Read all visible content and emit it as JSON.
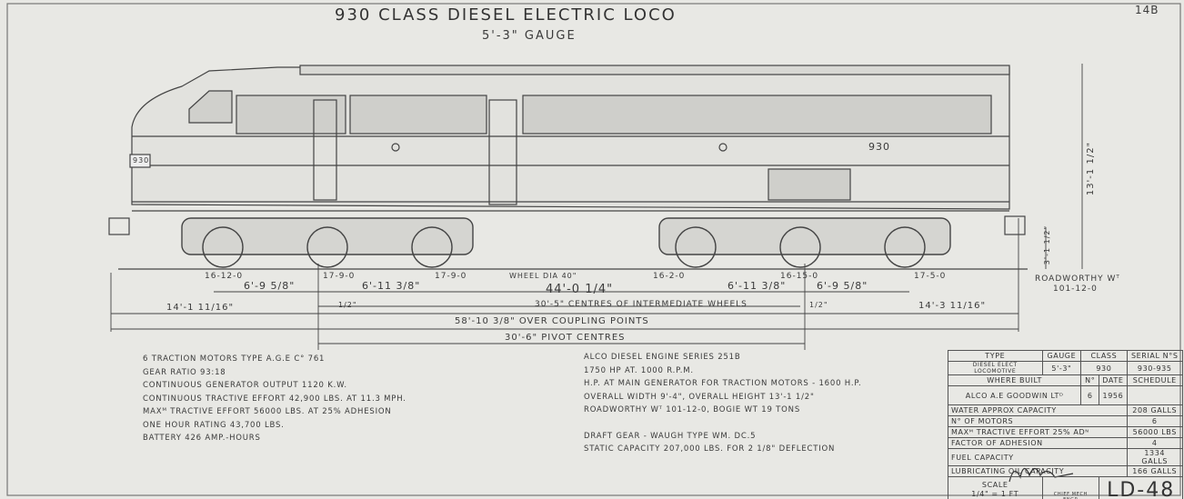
{
  "drawing": {
    "sheet_no": "14B",
    "title": "930 CLASS   DIESEL ELECTRIC   LOCO",
    "subtitle": "5'-3\" GAUGE",
    "cab_number": "930",
    "side_number": "930"
  },
  "dimensions": {
    "height": "13'-1 1/2\"",
    "buffer_height": "3'-1 1/2\"",
    "axle_loads": [
      "16-12-0",
      "17-9-0",
      "17-9-0",
      "16-2-0",
      "16-15-0",
      "17-5-0"
    ],
    "wheel_dia": "WHEEL DIA 40\"",
    "wheelbase_1": "6'-9 5/8\"",
    "wheelbase_2": "6'-11 3/8\"",
    "wheelbase_3": "6'-11 3/8\"",
    "wheelbase_4": "6'-9 5/8\"",
    "overall_wheelbase": "44'-0 1/4\"",
    "intermediate_centres": "30'-5\" CENTRES OF INTERMEDIATE WHEELS",
    "left_overhang": "14'-1 11/16\"",
    "right_overhang": "14'-3 11/16\"",
    "half_left": "1/2\"",
    "half_right": "1/2\"",
    "over_couplings": "58'-10 3/8\" OVER COUPLING POINTS",
    "pivot_centres": "30'-6\" PIVOT CENTRES",
    "roadworthy_label": "ROADWORTHY Wᵀ",
    "roadworthy_value": "101-12-0"
  },
  "specs_left": [
    "6 TRACTION MOTORS TYPE A.G.E C° 761",
    "GEAR RATIO 93:18",
    "CONTINUOUS GENERATOR OUTPUT 1120 K.W.",
    "CONTINUOUS TRACTIVE EFFORT 42,900 LBS. AT 11.3 MPH.",
    "MAXᴹ TRACTIVE EFFORT 56000 LBS. AT 25% ADHESION",
    "ONE HOUR RATING 43,700 LBS.",
    "BATTERY 426 AMP.-HOURS"
  ],
  "specs_mid": [
    "ALCO DIESEL ENGINE SERIES 251B",
    "1750 HP AT. 1000 R.P.M.",
    "H.P. AT MAIN GENERATOR FOR TRACTION MOTORS - 1600 H.P.",
    "OVERALL WIDTH 9'-4\", OVERALL HEIGHT 13'-1 1/2\"",
    "ROADWORTHY Wᵀ 101-12-0, BOGIE WT 19 TONS",
    "",
    "DRAFT GEAR - WAUGH TYPE WM. DC.5",
    "STATIC CAPACITY 207,000 LBS. FOR 2 1/8\" DEFLECTION"
  ],
  "table": {
    "h_type": "TYPE",
    "h_gauge": "GAUGE",
    "h_class": "CLASS",
    "h_serial": "SERIAL N°S",
    "type": "DIESEL ELECT LOCOMOTIVE",
    "gauge": "5'-3\"",
    "class": "930",
    "serial": "930-935",
    "h_where": "WHERE BUILT",
    "h_no": "N°",
    "h_date": "DATE",
    "h_schedule": "SCHEDULE",
    "builder": "ALCO A.E GOODWIN LTᴰ",
    "no": "6",
    "date": "1956",
    "schedule": "",
    "rows": [
      {
        "label": "WATER APPROX CAPACITY",
        "value": "208 GALLS"
      },
      {
        "label": "N° OF MOTORS",
        "value": "6"
      },
      {
        "label": "MAXᴹ TRACTIVE EFFORT 25% ADᴺ",
        "value": "56000 LBS"
      },
      {
        "label": "FACTOR OF ADHESION",
        "value": "4"
      },
      {
        "label": "FUEL CAPACITY",
        "value": "1334 GALLS"
      },
      {
        "label": "LUBRICATING OIL CAPACITY",
        "value": "166 GALLS"
      }
    ],
    "scale_label": "SCALE",
    "scale": "1/4\" = 1 FT",
    "signature_caption": "CHIEF MECH ENGR",
    "drawing_no": "LD-48"
  }
}
